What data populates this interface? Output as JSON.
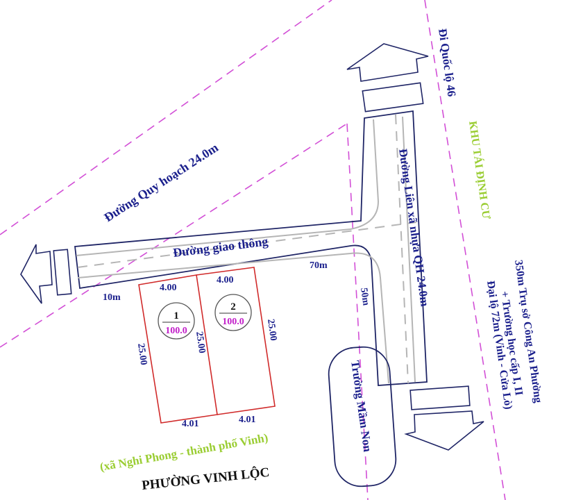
{
  "diagram": {
    "roads": {
      "planned_road": "Đường Quy hoạch 24.0m",
      "traffic_road": "Đường giao thông",
      "inter_commune_road": "Đường Liên xã nhựa QH 24.0m",
      "to_highway": "Đi Quốc lộ 46"
    },
    "areas": {
      "resettlement": "KHU TÁI ĐỊNH CƯ",
      "commune_note": "(xã Nghi Phong - thành phố Vinh)",
      "ward": "PHƯỜNG VINH LỘC",
      "kindergarten": "Trường Mầm Non"
    },
    "distances": {
      "left_segment": "10m",
      "right_segment": "70m",
      "vertical_segment": "50m"
    },
    "landmarks": {
      "line1": "350m Trụ sở Công An Phường",
      "line2": "+ Trường học cấp I, II",
      "line3": "Đại lộ 72m (Vinh - Cửa Lò)"
    },
    "lots": [
      {
        "number": "1",
        "area": "100.0",
        "front": "4.00",
        "back": "4.01",
        "left_side": "25.00",
        "right_side": "25.00"
      },
      {
        "number": "2",
        "area": "100.0",
        "front": "4.00",
        "back": "4.01",
        "right_side": "25.00"
      }
    ],
    "colors": {
      "label_blue": "#1a1f8c",
      "area_green": "#9acd32",
      "lot_red": "#d02a2a",
      "plan_magenta": "#d24fd6",
      "area_magenta": "#c21ec9"
    }
  }
}
